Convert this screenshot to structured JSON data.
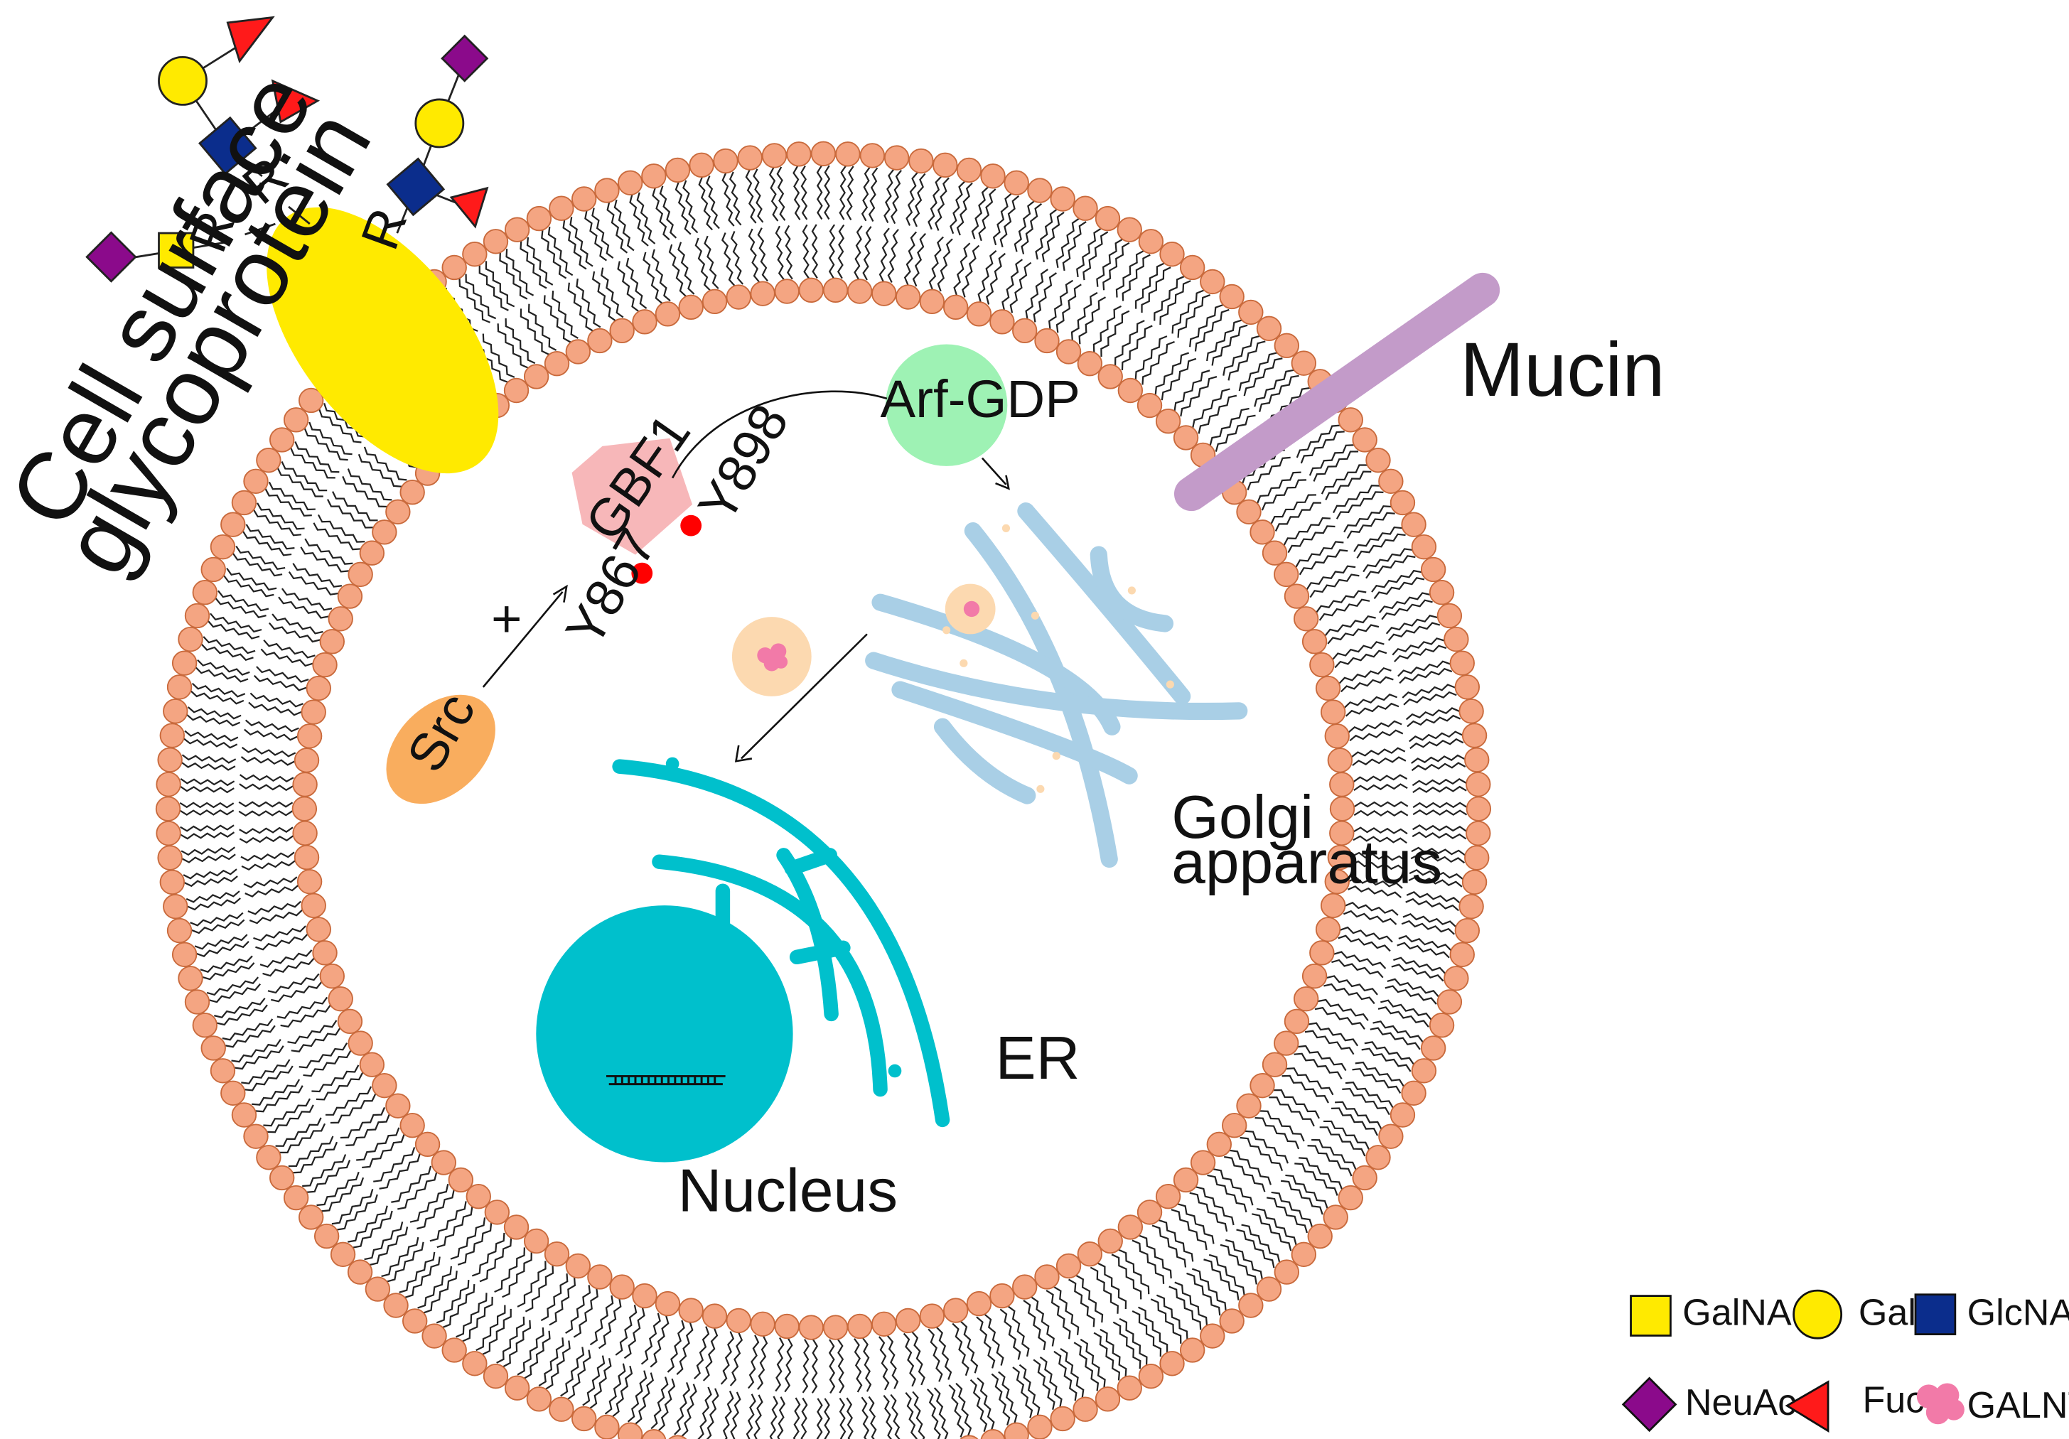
{
  "labels": {
    "cell_surface_line1": "Cell surface",
    "cell_surface_line2": "glycoprotein",
    "mucin": "Mucin",
    "arf_gdp": "Arf-GDP",
    "gbf1": "GBF1",
    "y898": "Y898",
    "y867": "Y867",
    "src": "Src",
    "plus": "+",
    "golgi_line1": "Golgi",
    "golgi_line2": "apparatus",
    "er": "ER",
    "nucleus": "Nucleus",
    "r_linker": "R"
  },
  "legend": [
    {
      "symbol": "square",
      "color": "#ffea00",
      "label": "GalNAc"
    },
    {
      "symbol": "circle",
      "color": "#ffea00",
      "label": "Gal"
    },
    {
      "symbol": "square",
      "color": "#0b2d8c",
      "label": "GlcNAc"
    },
    {
      "symbol": "diamond",
      "color": "#8b0a8b",
      "label": "NeuAc"
    },
    {
      "symbol": "triangle",
      "color": "#ff1a1a",
      "label": "Fuc"
    },
    {
      "symbol": "cluster",
      "color": "#f27aa8",
      "label": "GALNTs"
    }
  ],
  "colors": {
    "lipid_head": "#f4a582",
    "glycoprotein": "#ffea00",
    "mucin": "#c39bc9",
    "arf_gdp": "#9ef2b4",
    "gbf1": "#f7b7b9",
    "phospho_site": "#ff0000",
    "src": "#f9ad5e",
    "golgi": "#a9cfe6",
    "er_nucleus": "#00c0cc",
    "vesicle": "#fcd9b0",
    "galnts": "#f27aa8"
  }
}
